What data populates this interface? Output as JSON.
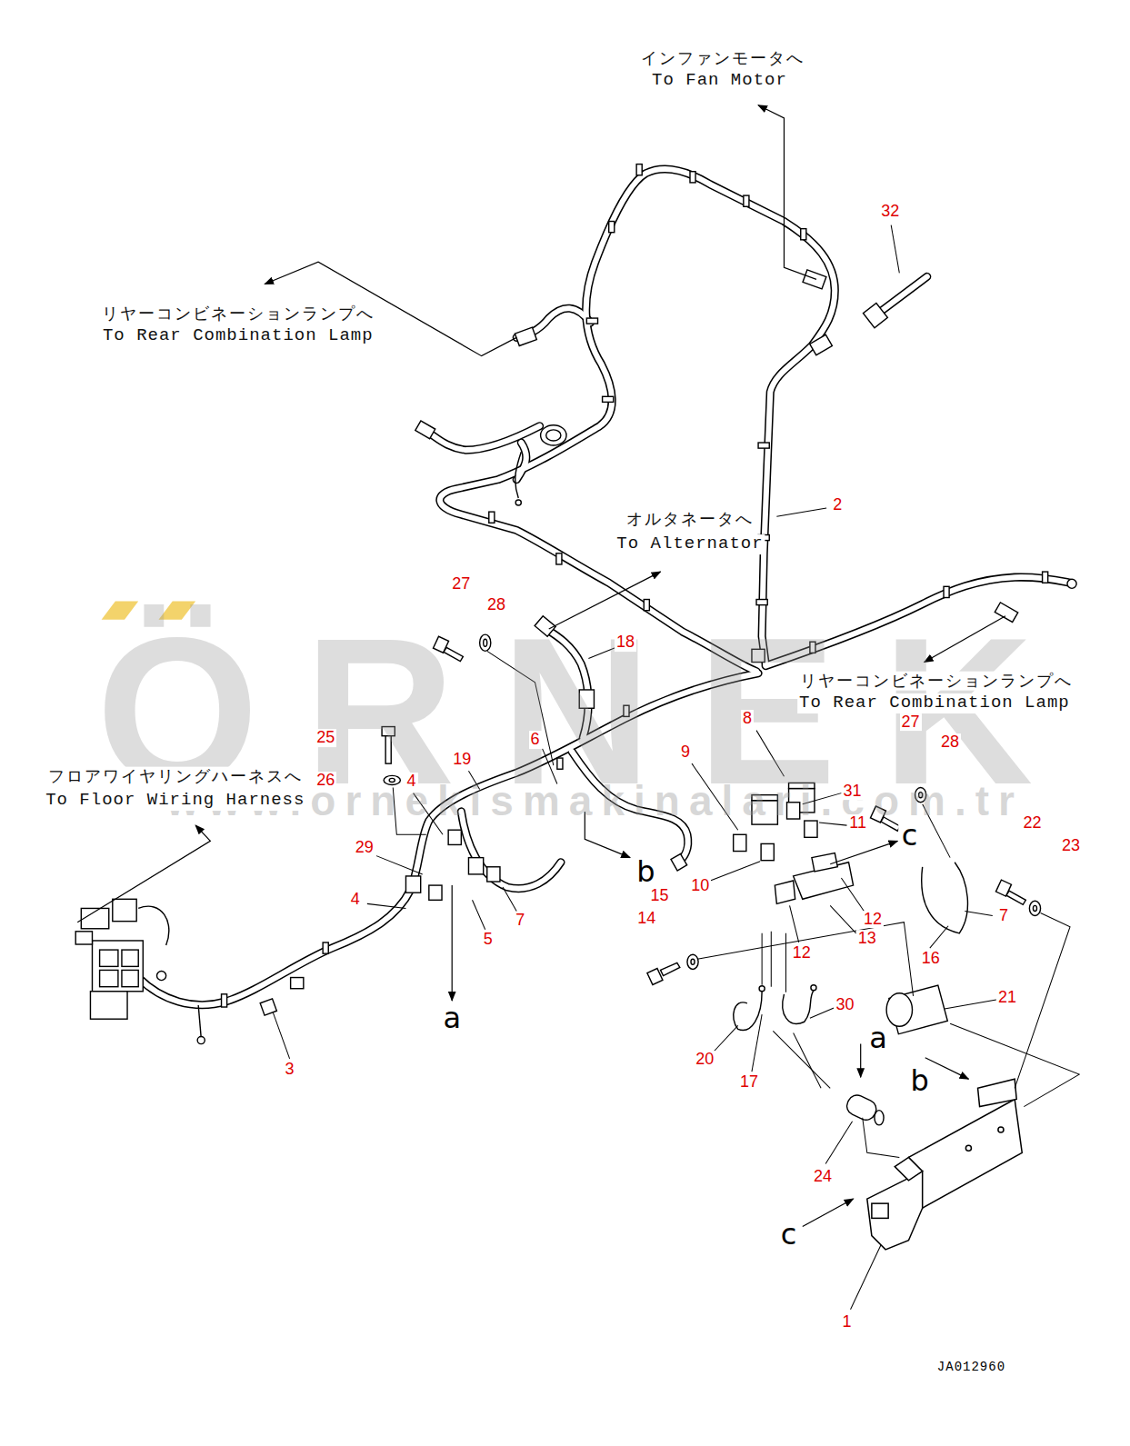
{
  "diagram": {
    "labels": [
      "インファンモータへ",
      "To Fan Motor",
      "リヤーコンビネーションランプへ",
      "To Rear Combination Lamp",
      "オルタネータへ",
      "To Alternator",
      "リヤーコンビネーションランプへ",
      "To Rear Combination Lamp",
      "フロアワイヤリングハーネスへ",
      "To Floor Wiring Harness",
      "32",
      "2",
      "27",
      "28",
      "18",
      "8",
      "27",
      "28",
      "25",
      "6",
      "9",
      "19",
      "26",
      "4",
      "31",
      "11",
      "22",
      "29",
      "c",
      "23",
      "b",
      "10",
      "15",
      "4",
      "12",
      "7",
      "7",
      "14",
      "13",
      "5",
      "12",
      "16",
      "21",
      "30",
      "a",
      "a",
      "20",
      "3",
      "b",
      "17",
      "24",
      "c",
      "1",
      "JA012960",
      "ÖRNEK",
      "www.ornekismakinalari.com.tr"
    ]
  }
}
